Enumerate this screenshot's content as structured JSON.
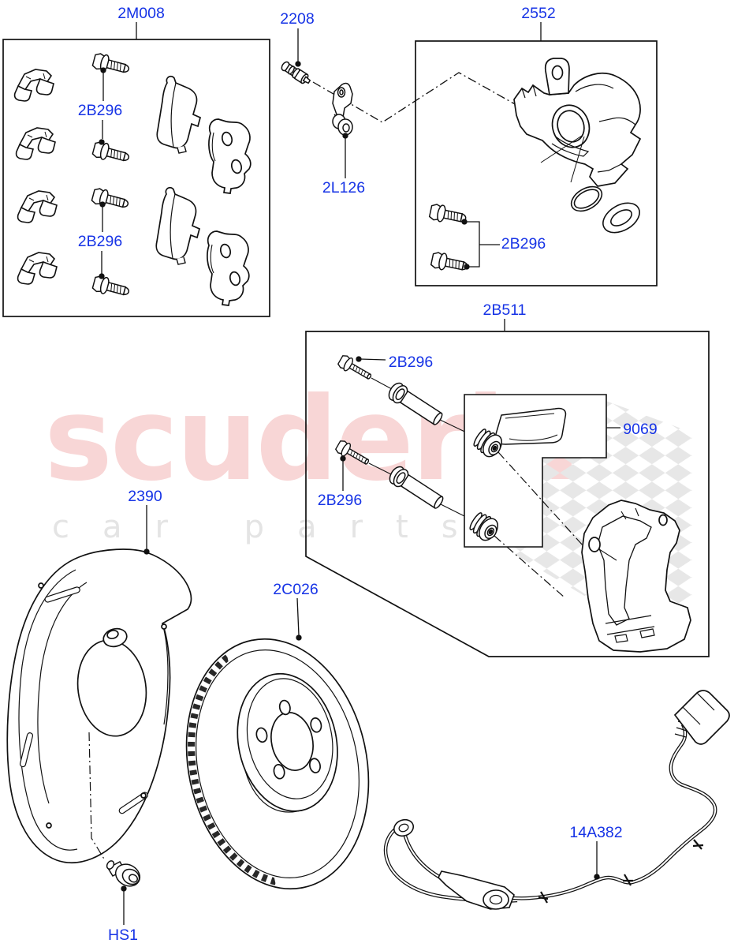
{
  "document": {
    "type": "parts-diagram",
    "subject": "rear brake components exploded view"
  },
  "colors": {
    "background": "#ffffff",
    "line_art": "#111111",
    "callout_blue": "#1633e6",
    "watermark_pink": "#f8d6d6",
    "watermark_gray": "#e4e4e4",
    "checker_gray": "#e7e7e7"
  },
  "watermark": {
    "brand": "scuderia",
    "tagline": "car parts"
  },
  "callouts": {
    "pad_kit_box": "2M008",
    "pad_bolts_upper": "2B296",
    "pad_bolts_lower": "2B296",
    "bleed_screw": "2208",
    "caliper_box": "2552",
    "hose_bracket": "2L126",
    "caliper_bolts": "2B296",
    "carrier_kit_box": "2B511",
    "guide_pin_upper": "2B296",
    "guide_pin_lower": "2B296",
    "grease_sachet_box": "9069",
    "dust_shield": "2390",
    "brake_disc": "2C026",
    "disc_screw": "HS1",
    "abs_sensor_harness": "14A382"
  }
}
